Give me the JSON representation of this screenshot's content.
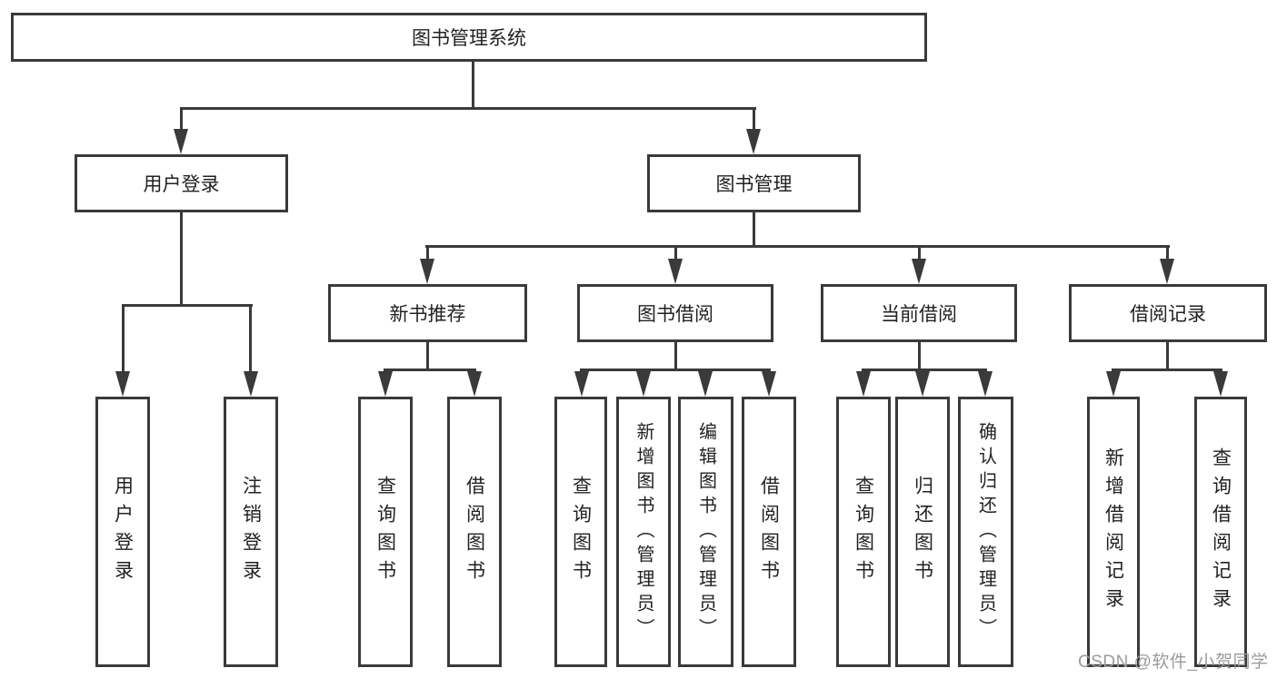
{
  "title": {
    "label": "图书管理系统"
  },
  "nodes": {
    "level2": [
      {
        "label": "用户登录"
      },
      {
        "label": "图书管理"
      }
    ],
    "level3": [
      {
        "label": "新书推荐"
      },
      {
        "label": "图书借阅"
      },
      {
        "label": "当前借阅"
      },
      {
        "label": "借阅记录"
      }
    ],
    "leaves": [
      {
        "label": "用户登录"
      },
      {
        "label": "注销登录"
      },
      {
        "label": "查询图书"
      },
      {
        "label": "借阅图书"
      },
      {
        "label": "查询图书"
      },
      {
        "label": "新增图书（管理员）"
      },
      {
        "label": "编辑图书（管理员）"
      },
      {
        "label": "借阅图书"
      },
      {
        "label": "查询图书"
      },
      {
        "label": "归还图书"
      },
      {
        "label": "确认归还（管理员）"
      },
      {
        "label": "新增借阅记录"
      },
      {
        "label": "查询借阅记录"
      }
    ]
  },
  "watermark": {
    "text": "CSDN @软件_小贺同学"
  },
  "colors": {
    "line": "#3a3a3a",
    "text": "#222222",
    "watermark": "#9b9b9b",
    "background": "#ffffff"
  }
}
